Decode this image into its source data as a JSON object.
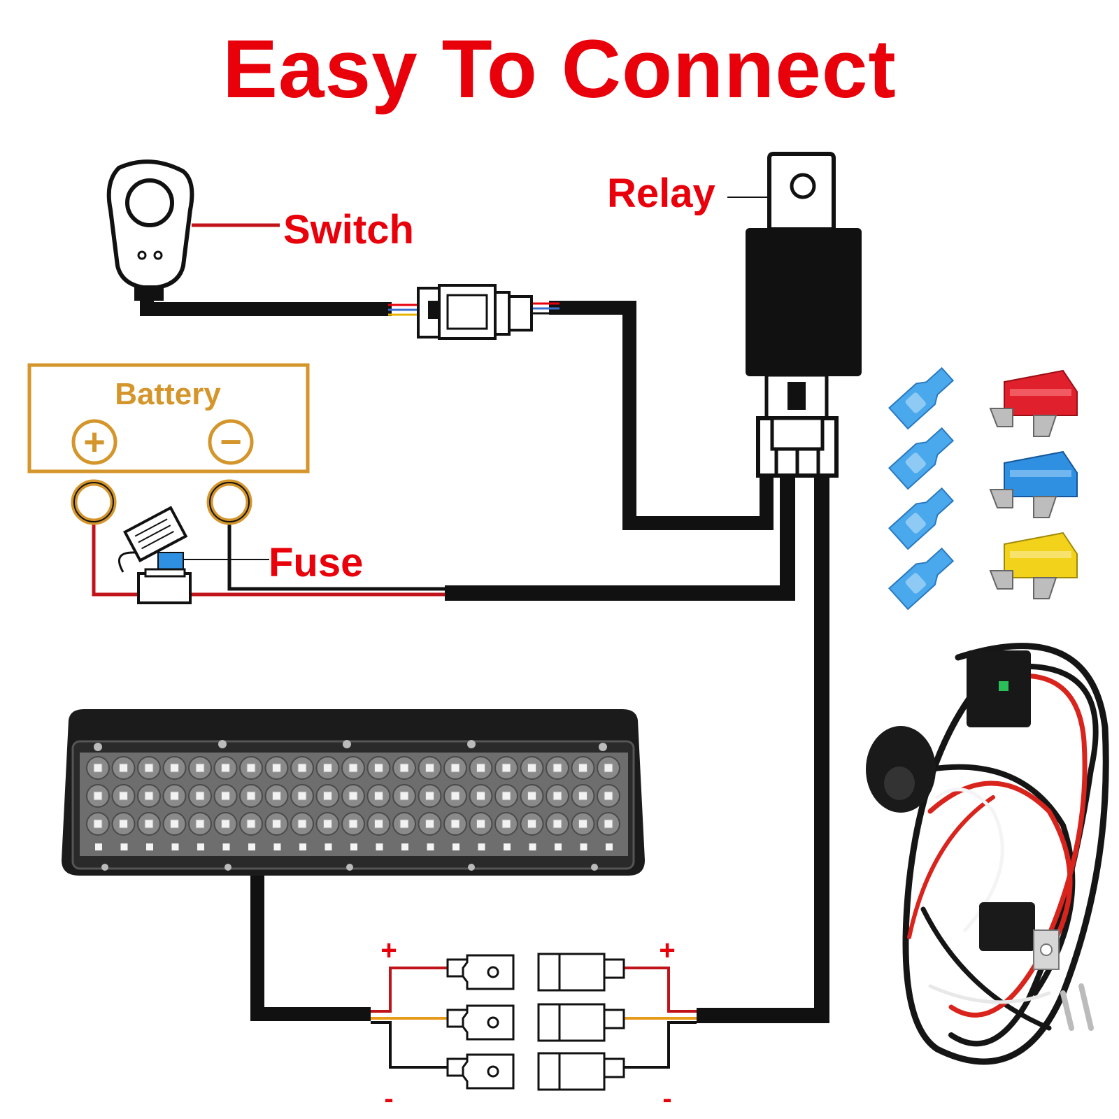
{
  "title": "Easy To Connect",
  "labels": {
    "switch": "Switch",
    "relay": "Relay",
    "battery": "Battery",
    "fuse": "Fuse",
    "battery_plus": "+",
    "battery_minus": "−",
    "plus_left": "+",
    "plus_right": "+",
    "minus_left": "-",
    "minus_right": "-"
  },
  "colors": {
    "title": "#e8000b",
    "battery": "#d4952b",
    "wire": "#111111",
    "red_wire": "#c0141a",
    "fuse_red": "#e0202c",
    "fuse_blue": "#2f8fe0",
    "fuse_yellow": "#f2d21a",
    "terminal_blue": "#4aa8ec"
  },
  "icons": [
    "switch-icon",
    "relay-icon",
    "battery-icon",
    "fuse-holder-icon",
    "connector-icon",
    "light-bar-icon",
    "blade-fuse-icon",
    "spade-terminal-icon",
    "wiring-harness-icon"
  ]
}
